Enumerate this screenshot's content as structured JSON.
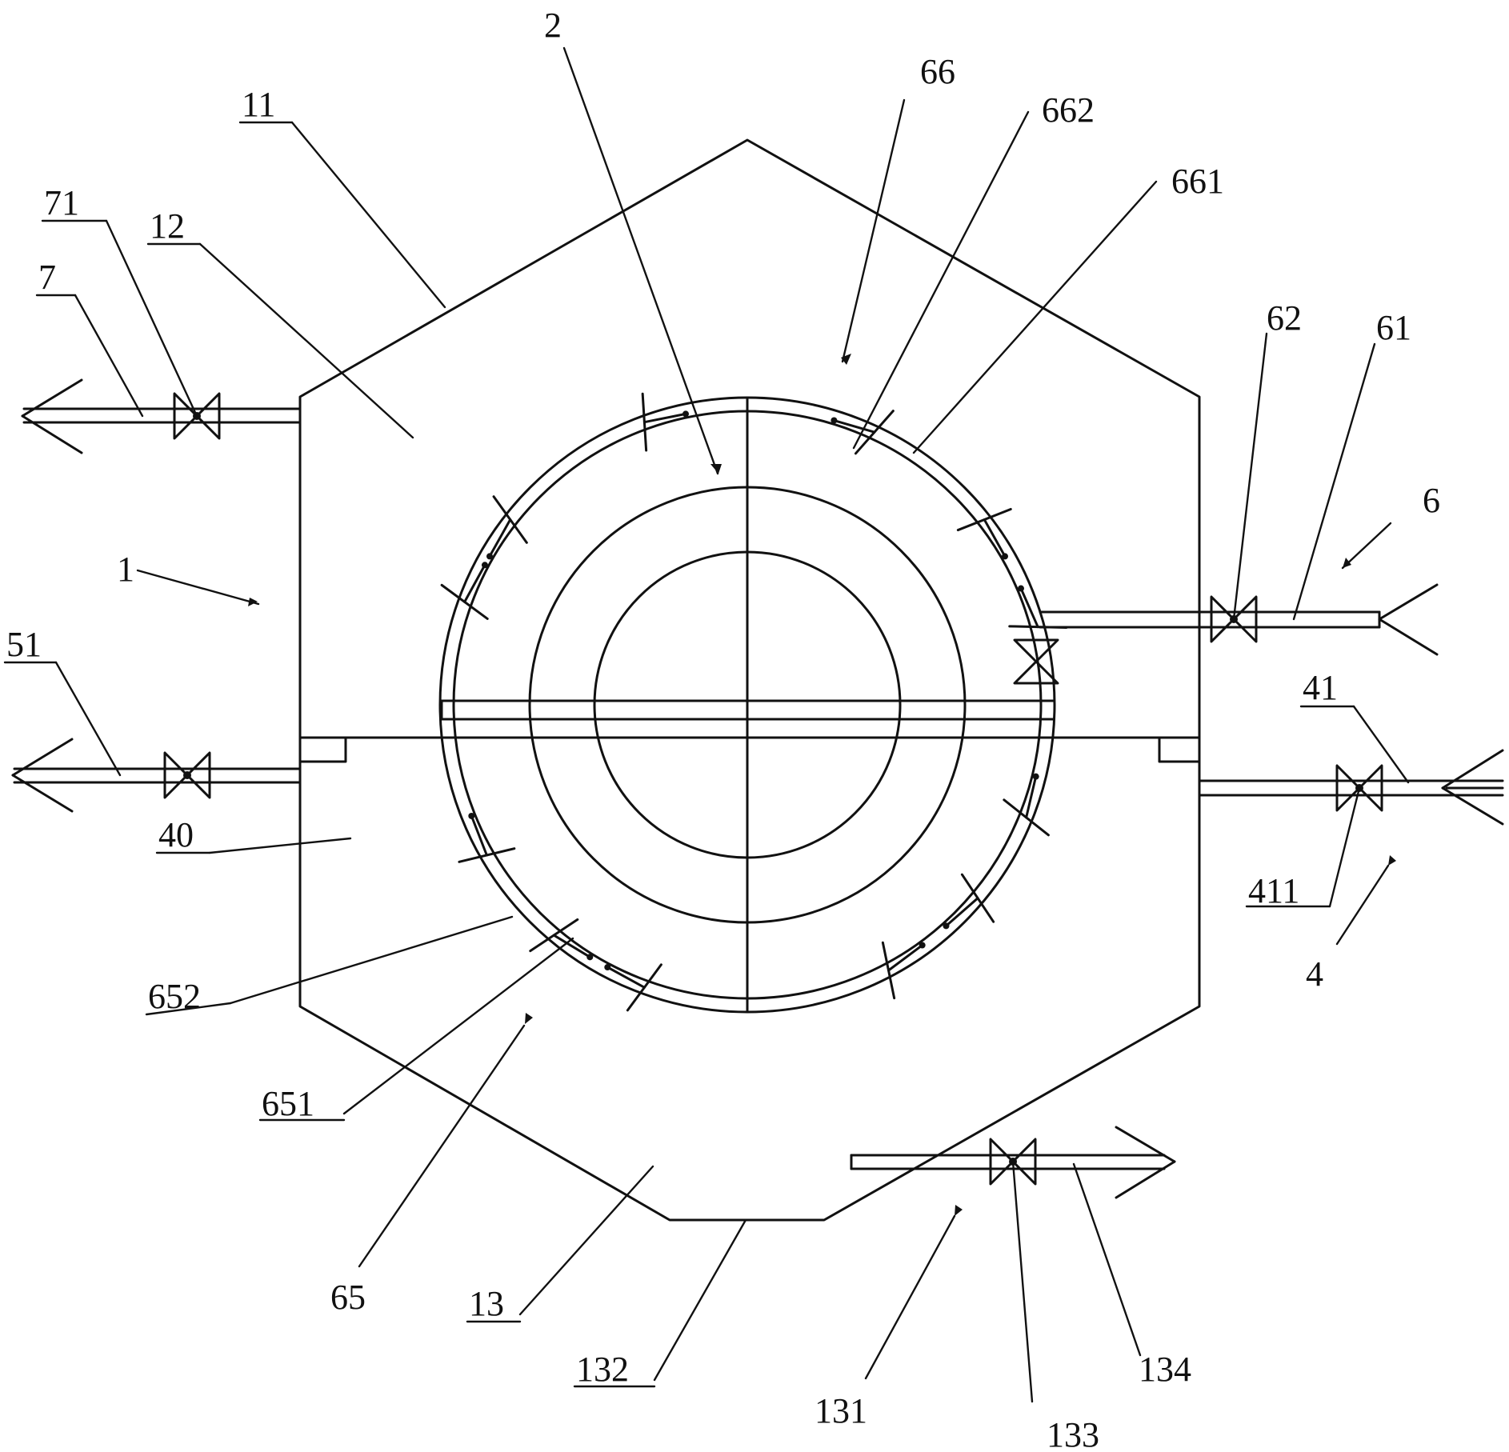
{
  "labels": {
    "l_2": "2",
    "l_66": "66",
    "l_662": "662",
    "l_661": "661",
    "l_11": "11",
    "l_71": "71",
    "l_12": "12",
    "l_7": "7",
    "l_1": "1",
    "l_62": "62",
    "l_61": "61",
    "l_6": "6",
    "l_41": "41",
    "l_51": "51",
    "l_40": "40",
    "l_411": "411",
    "l_4": "4",
    "l_652": "652",
    "l_651": "651",
    "l_65": "65",
    "l_13": "13",
    "l_132": "132",
    "l_131": "131",
    "l_134": "134",
    "l_133": "133"
  },
  "underlined_labels": [
    "11",
    "71",
    "12",
    "7",
    "51",
    "41",
    "40",
    "411",
    "652",
    "651",
    "13",
    "132"
  ]
}
